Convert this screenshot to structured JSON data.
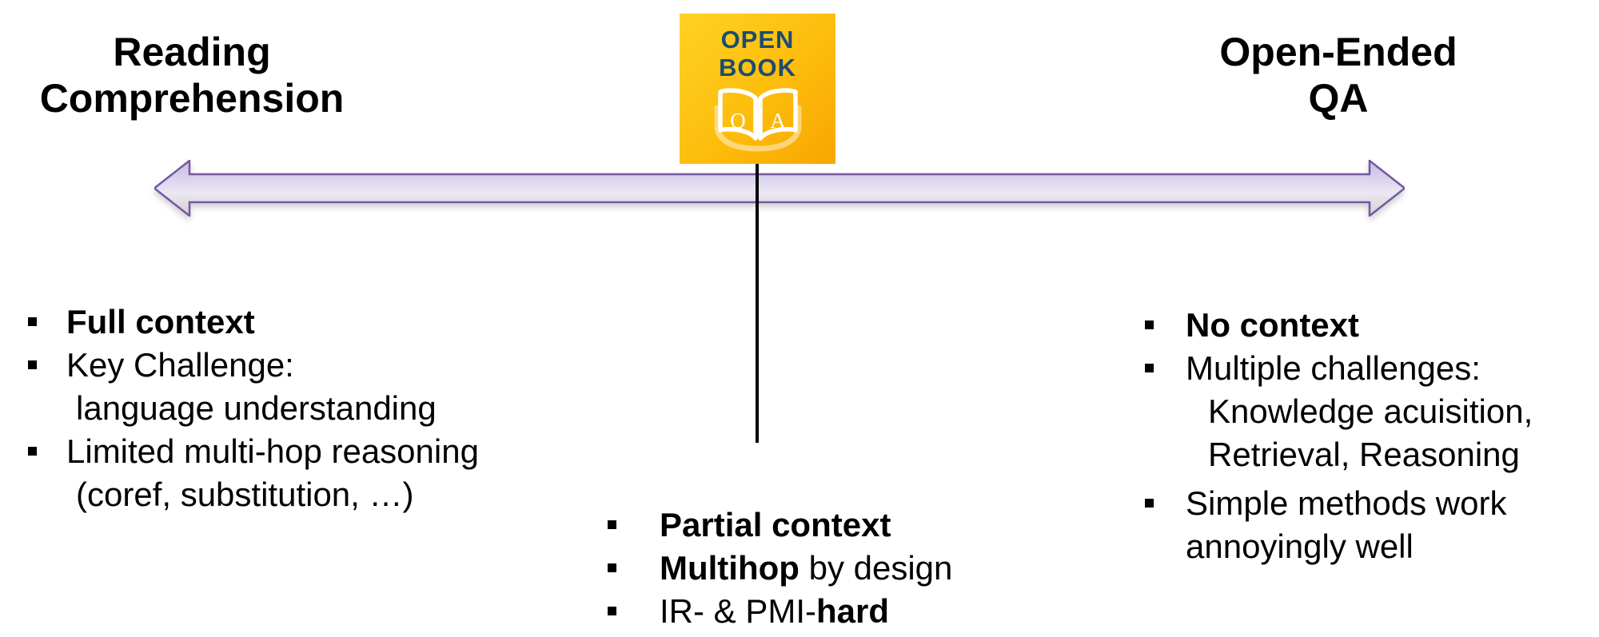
{
  "slide": {
    "left_title": {
      "line1": "Reading",
      "line2": "Comprehension"
    },
    "right_title": {
      "line1": "Open-Ended",
      "line2": "QA"
    },
    "logo": {
      "word1": "OPEN",
      "word2": "BOOK",
      "page_left_letter": "Q",
      "page_right_letter": "A"
    },
    "colors": {
      "logo_gradient_start": "#ffd125",
      "logo_gradient_end": "#f7a600",
      "logo_text": "#1c4d6e",
      "arrow_border": "#7558a3",
      "arrow_fill_top": "#c7bbe3",
      "arrow_fill_mid": "#ebe8f4",
      "arrow_fill_bottom": "#d6d1d0",
      "connector_line": "#000000",
      "text": "#000000"
    },
    "left_list": {
      "item1_bold": "Full context",
      "item2_line1": "Key Challenge:",
      "item2_line2": "language understanding",
      "item3_line1": "Limited multi-hop reasoning",
      "item3_line2": "(coref, substitution, …)"
    },
    "middle_list": {
      "item1_bold": "Partial context",
      "item2_bold": "Multihop",
      "item2_rest": " by design",
      "item3_rest": "IR- & PMI-",
      "item3_bold": "hard"
    },
    "right_list": {
      "item1_bold": "No context",
      "item2_line1": "Multiple challenges:",
      "item2_line2": "Knowledge acuisition,",
      "item2_line3": "Retrieval, Reasoning",
      "item3_line1": "Simple methods work",
      "item3_line2": "annoyingly well"
    }
  }
}
